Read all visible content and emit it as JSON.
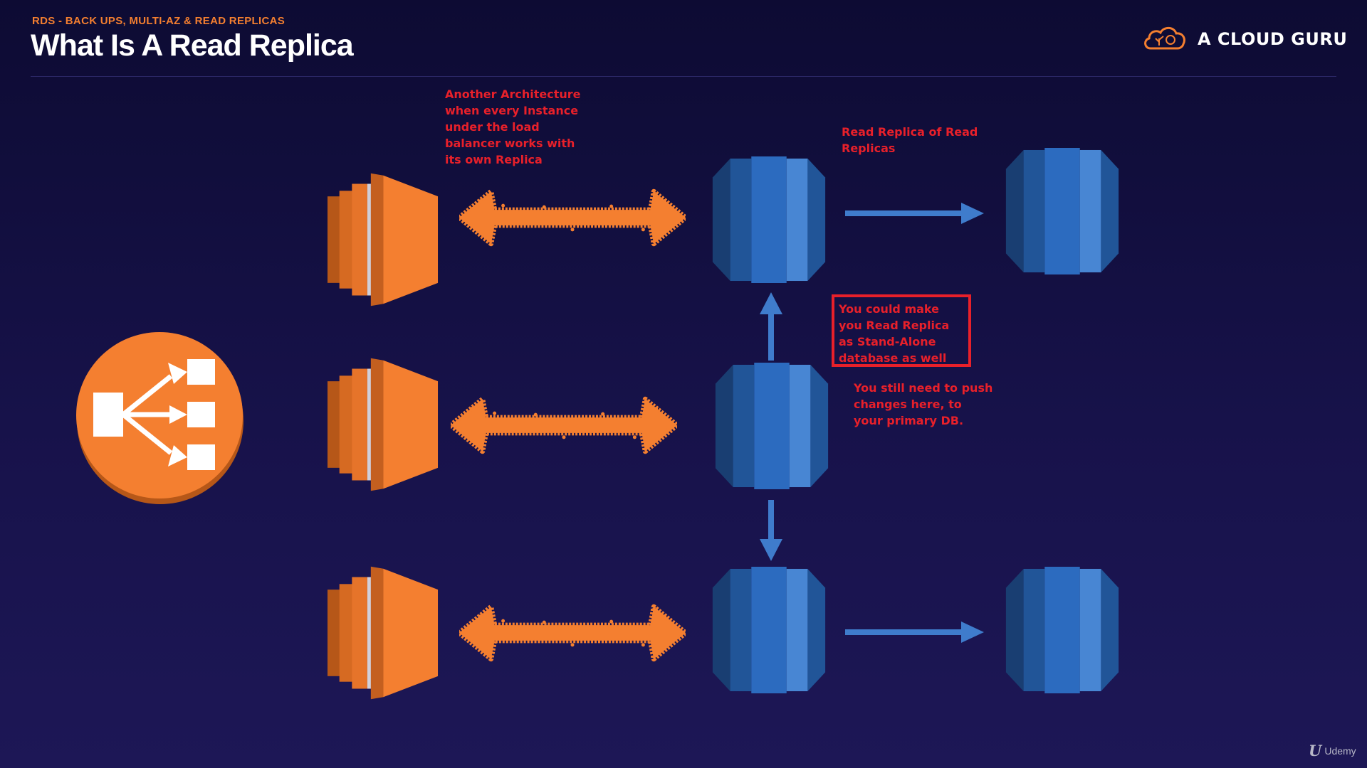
{
  "header": {
    "subtitle": "RDS - BACK UPS, MULTI-AZ & READ REPLICAS",
    "title": "What Is A Read Replica"
  },
  "brand": {
    "name": "A CLOUD GURU",
    "logo_icon": "cloud-icon"
  },
  "footer": {
    "mark": "U",
    "label": "Udemy"
  },
  "notes": {
    "architecture": "Another Architecture when every Instance under the load balancer works with its own Replica",
    "chain": "Read Replica of Read Replicas",
    "standalone": "You could make you Read Replica as Stand-Alone database as well",
    "push": "You still need to push changes here, to your primary DB."
  },
  "colors": {
    "background": "#15113f",
    "aws_orange": "#f47f30",
    "db_blue": "#2c6bbf",
    "annotation_red": "#e8202a",
    "title_white": "#ffffff"
  },
  "diagram": {
    "nodes": [
      {
        "id": "load-balancer",
        "kind": "elastic-load-balancer-icon"
      },
      {
        "id": "instance-1",
        "kind": "ec2-instance-icon"
      },
      {
        "id": "instance-2",
        "kind": "ec2-instance-icon"
      },
      {
        "id": "instance-3",
        "kind": "ec2-instance-icon"
      },
      {
        "id": "replica-1",
        "kind": "rds-database-icon"
      },
      {
        "id": "primary-db",
        "kind": "rds-database-icon"
      },
      {
        "id": "replica-3",
        "kind": "rds-database-icon"
      },
      {
        "id": "replica-of-replica-1",
        "kind": "rds-database-icon"
      },
      {
        "id": "replica-of-replica-3",
        "kind": "rds-database-icon"
      }
    ],
    "edges": [
      {
        "from": "instance-1",
        "to": "replica-1",
        "style": "orange-bidirectional"
      },
      {
        "from": "instance-2",
        "to": "primary-db",
        "style": "orange-bidirectional"
      },
      {
        "from": "instance-3",
        "to": "replica-3",
        "style": "orange-bidirectional"
      },
      {
        "from": "primary-db",
        "to": "replica-1",
        "style": "blue-arrow"
      },
      {
        "from": "primary-db",
        "to": "replica-3",
        "style": "blue-arrow"
      },
      {
        "from": "replica-1",
        "to": "replica-of-replica-1",
        "style": "blue-arrow"
      },
      {
        "from": "replica-3",
        "to": "replica-of-replica-3",
        "style": "blue-arrow"
      }
    ]
  }
}
